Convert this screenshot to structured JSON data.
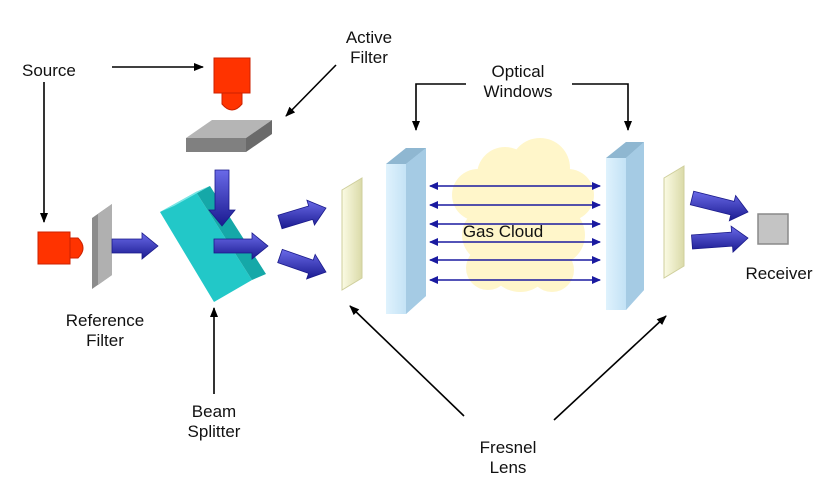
{
  "labels": {
    "source": "Source",
    "active_filter": [
      "Active",
      "Filter"
    ],
    "optical_windows": [
      "Optical",
      "Windows"
    ],
    "gas_cloud": "Gas Cloud",
    "receiver": "Receiver",
    "reference_filter": [
      "Reference",
      "Filter"
    ],
    "beam_splitter": [
      "Beam",
      "Splitter"
    ],
    "fresnel_lens": [
      "Fresnel",
      "Lens"
    ]
  },
  "colors": {
    "source": "#ff3300",
    "filter_gray": "#8c8c8c",
    "beam_splitter": "#22c8c8",
    "beam_arrow": "#2a2ab0",
    "optical_window": "#c8e6f8",
    "fresnel_lens": "#f2f2cc",
    "gas_cloud": "#fff6c8",
    "receiver": "#c4c4c4",
    "label_arrow": "#000000"
  }
}
